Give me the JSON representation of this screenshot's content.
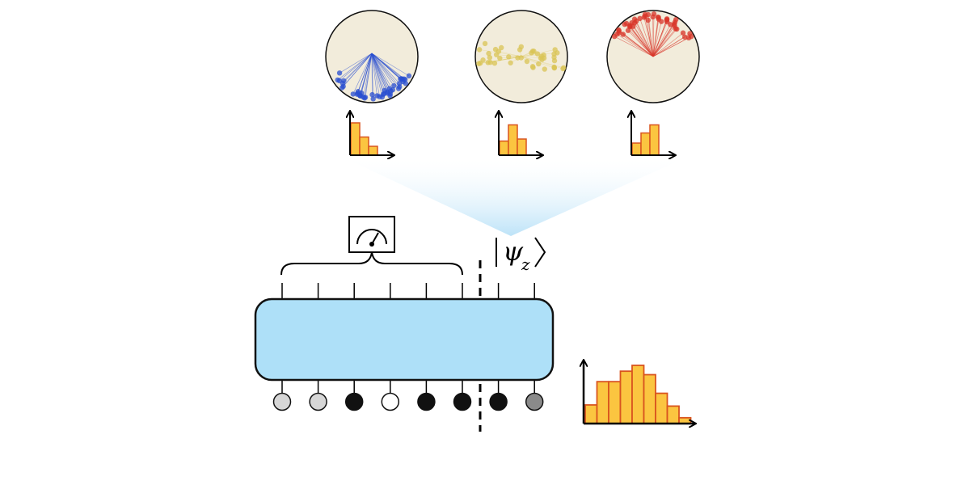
{
  "state_label": {
    "psi": "ψ",
    "sub": "z"
  },
  "colors": {
    "sphere_fill": "#f2ecdb",
    "blue": "#2a4fd0",
    "yellow": "#d9c456",
    "red": "#d8362a",
    "bar_fill": "#fbc540",
    "bar_edge": "#d9541f",
    "block_fill": "#aee0f8",
    "wedge": "#bde3f8"
  },
  "bloch_spheres": [
    {
      "cluster": "bottom",
      "color_key": "blue"
    },
    {
      "cluster": "equator",
      "color_key": "yellow"
    },
    {
      "cluster": "top",
      "color_key": "red"
    }
  ],
  "mini_histograms": [
    [
      0.8,
      0.45,
      0.22
    ],
    [
      0.35,
      0.75,
      0.4
    ],
    [
      0.3,
      0.55,
      0.75
    ]
  ],
  "qubits": {
    "count": 8,
    "measured_count": 6,
    "shades": [
      "#d6d6d6",
      "#d6d6d6",
      "#111111",
      "#ffffff",
      "#111111",
      "#111111",
      "#111111",
      "#8a8a8a"
    ]
  },
  "big_histogram": [
    0.32,
    0.72,
    0.72,
    0.9,
    1.0,
    0.84,
    0.52,
    0.3,
    0.1
  ]
}
